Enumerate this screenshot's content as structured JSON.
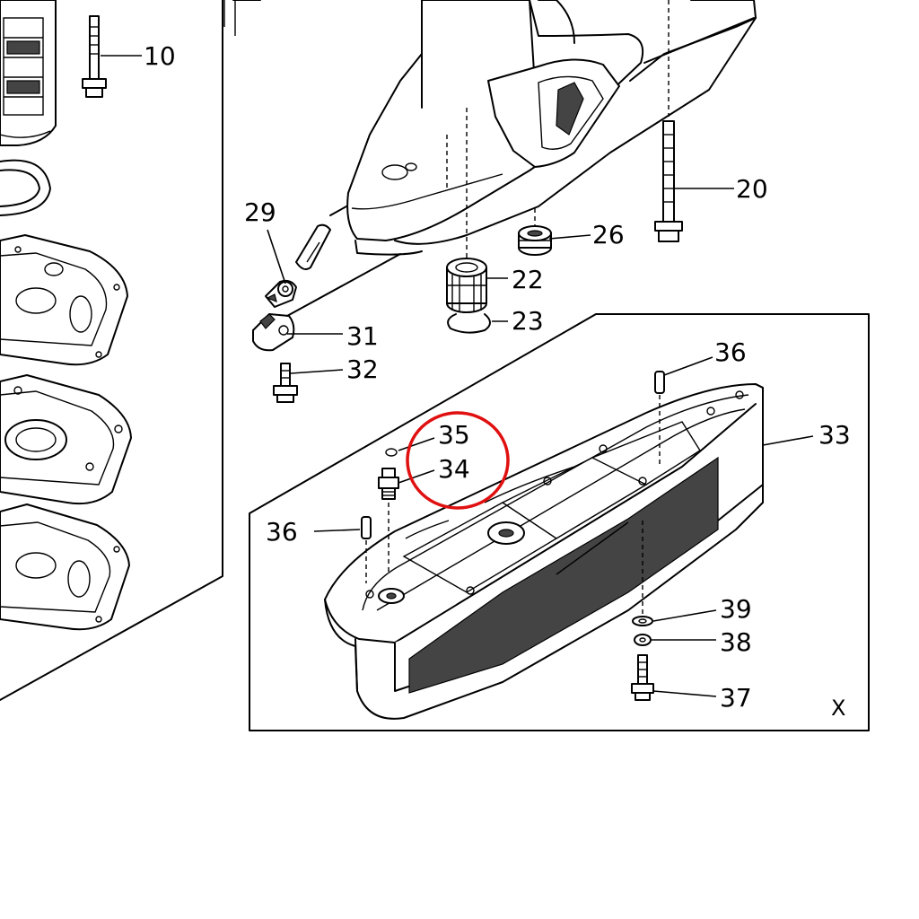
{
  "callouts": [
    {
      "id": "10",
      "label": "10"
    },
    {
      "id": "20",
      "label": "20"
    },
    {
      "id": "29",
      "label": "29"
    },
    {
      "id": "26",
      "label": "26"
    },
    {
      "id": "22",
      "label": "22"
    },
    {
      "id": "23",
      "label": "23"
    },
    {
      "id": "31",
      "label": "31"
    },
    {
      "id": "32",
      "label": "32"
    },
    {
      "id": "36a",
      "label": "36"
    },
    {
      "id": "33",
      "label": "33"
    },
    {
      "id": "35",
      "label": "35"
    },
    {
      "id": "34",
      "label": "34"
    },
    {
      "id": "36b",
      "label": "36"
    },
    {
      "id": "39",
      "label": "39"
    },
    {
      "id": "38",
      "label": "38"
    },
    {
      "id": "37",
      "label": "37"
    }
  ],
  "inset_marker": "X",
  "colors": {
    "ink": "#000000",
    "highlight": "#e01010",
    "paper": "#ffffff"
  }
}
